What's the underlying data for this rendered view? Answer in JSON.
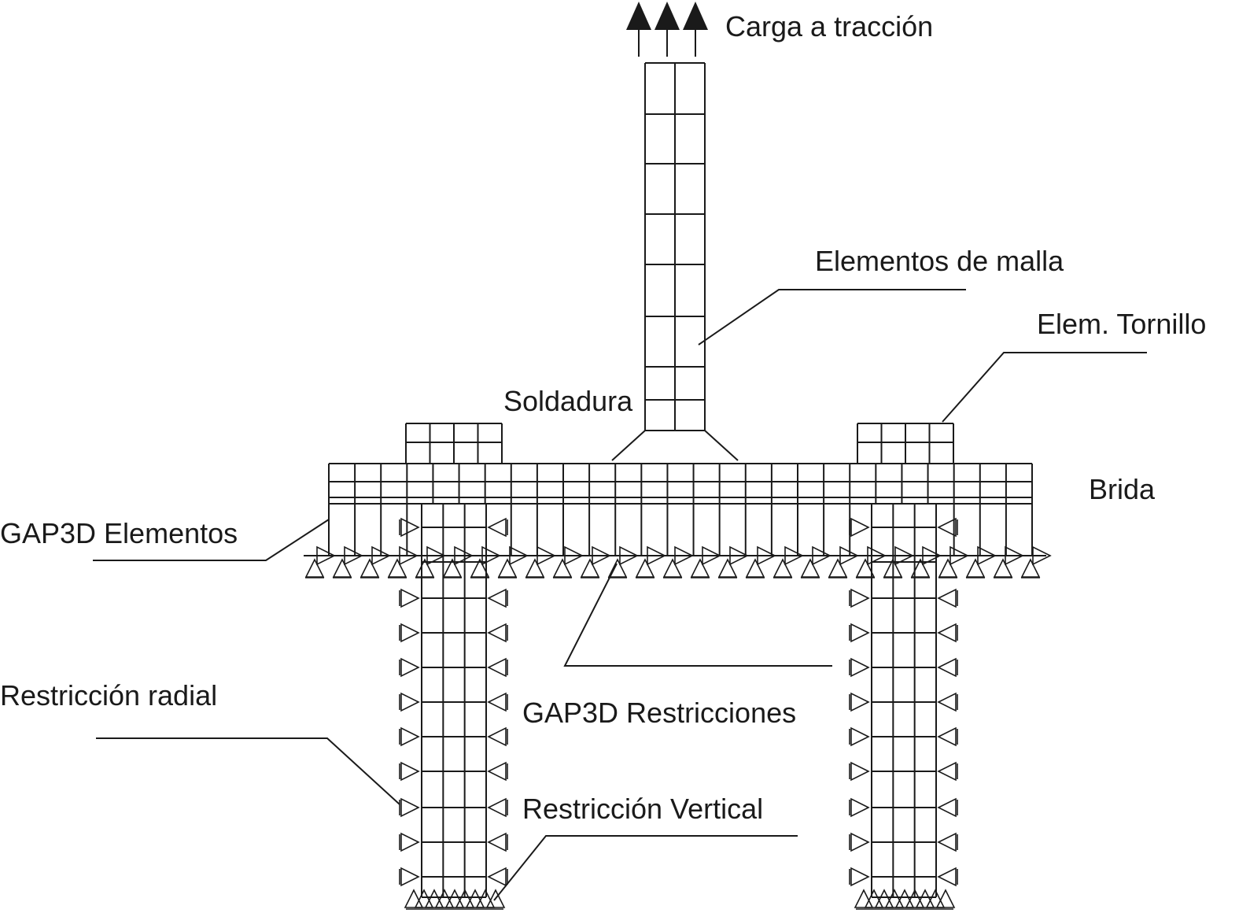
{
  "labels": {
    "tensile_load": "Carga a tracción",
    "mesh_elements": "Elementos de malla",
    "bolt_elements": "Elem. Tornillo",
    "weld": "Soldadura",
    "flange": "Brida",
    "gap3d_elements": "GAP3D Elementos",
    "radial_restraint": "Restricción radial",
    "gap3d_restraints": "GAP3D Restricciones",
    "vertical_restraint": "Restricción Vertical"
  }
}
